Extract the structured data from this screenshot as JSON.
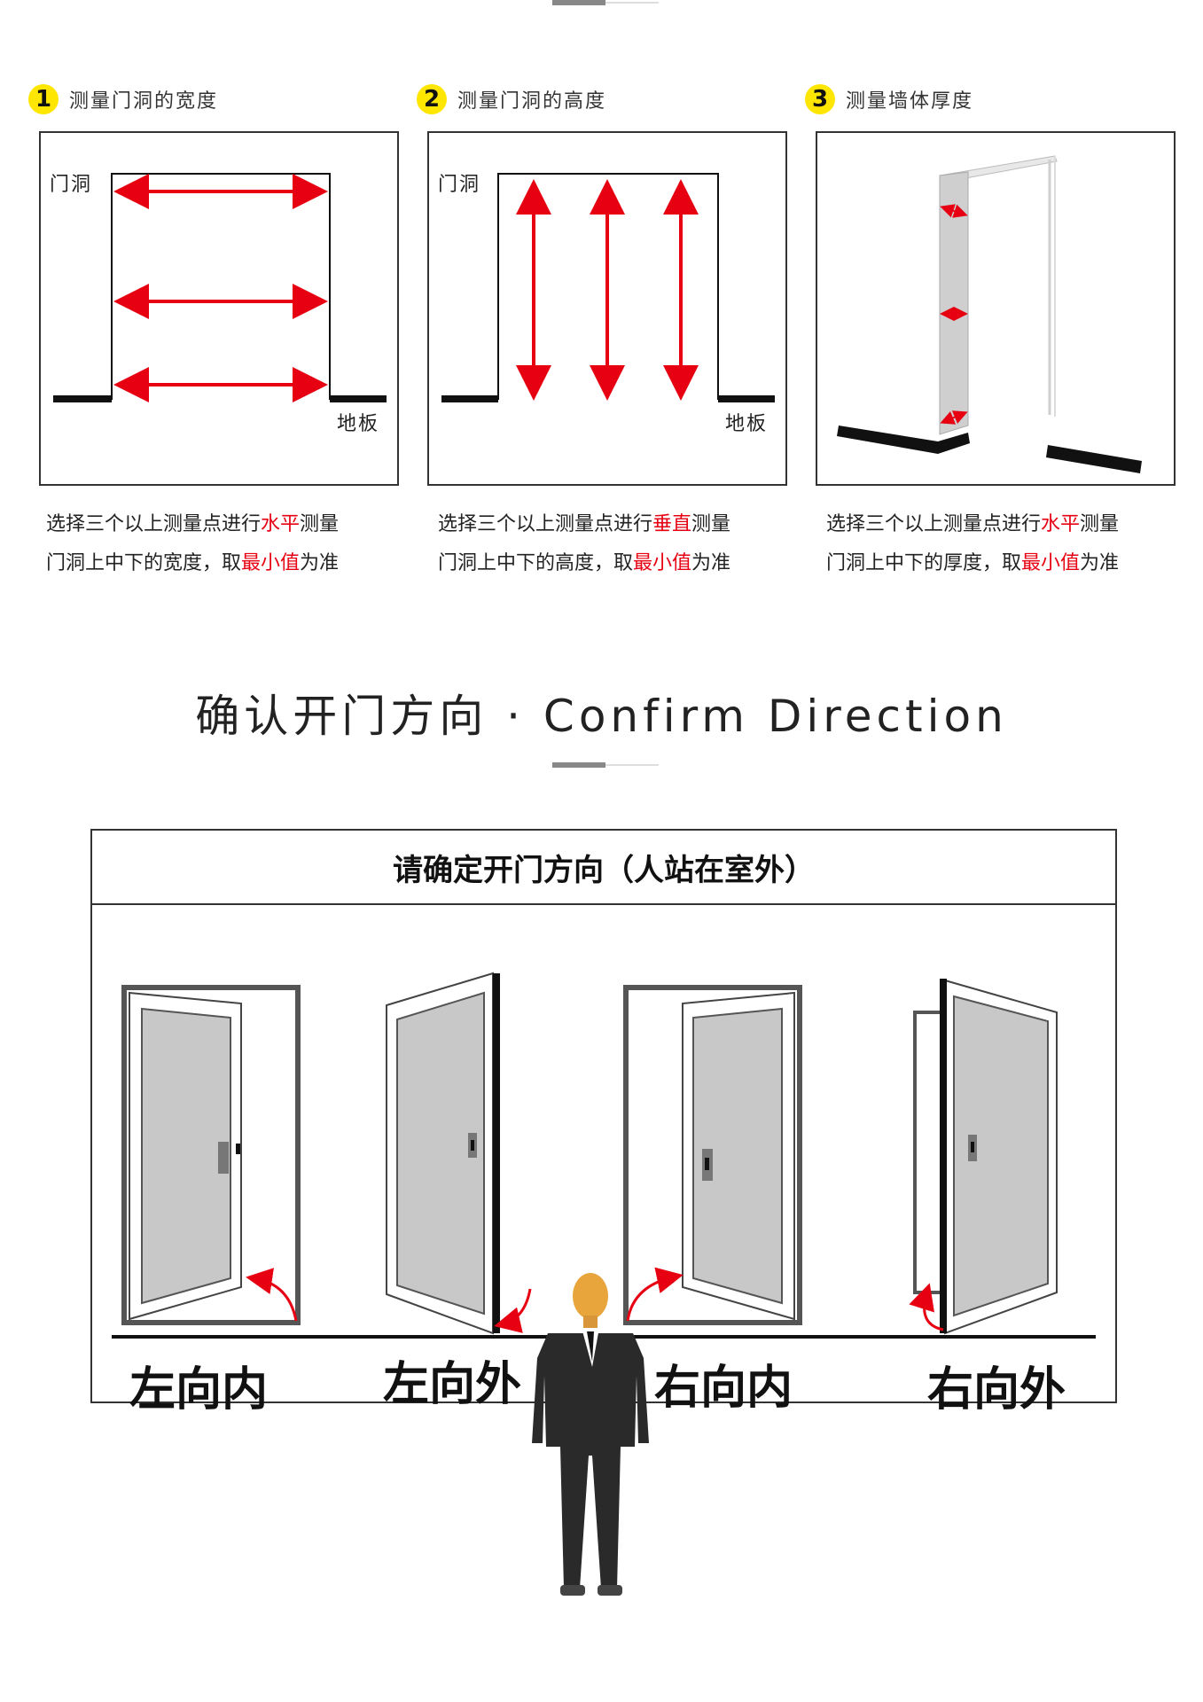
{
  "steps": [
    {
      "num": "1",
      "title": "测量门洞的宽度",
      "label_top": "门洞",
      "label_bottom": "地板",
      "caption_line1_pre": "选择三个以上测量点进行",
      "caption_line1_red": "水平",
      "caption_line1_post": "测量",
      "caption_line2_pre": "门洞上中下的宽度，取",
      "caption_line2_red": "最小值",
      "caption_line2_post": "为准"
    },
    {
      "num": "2",
      "title": "测量门洞的高度",
      "label_top": "门洞",
      "label_bottom": "地板",
      "caption_line1_pre": "选择三个以上测量点进行",
      "caption_line1_red": "垂直",
      "caption_line1_post": "测量",
      "caption_line2_pre": "门洞上中下的高度，取",
      "caption_line2_red": "最小值",
      "caption_line2_post": "为准"
    },
    {
      "num": "3",
      "title": "测量墙体厚度",
      "caption_line1_pre": "选择三个以上测量点进行",
      "caption_line1_red": "水平",
      "caption_line1_post": "测量",
      "caption_line2_pre": "门洞上中下的厚度，取",
      "caption_line2_red": "最小值",
      "caption_line2_post": "为准"
    }
  ],
  "section": {
    "title": "确认开门方向 · Confirm Direction"
  },
  "direction": {
    "header": "请确定开门方向（人站在室外）",
    "doors": [
      "左向内",
      "左向外",
      "右向内",
      "右向外"
    ]
  },
  "colors": {
    "accent_red": "#e60012",
    "badge_yellow": "#ffe600",
    "door_gray": "#c8c8c8"
  }
}
